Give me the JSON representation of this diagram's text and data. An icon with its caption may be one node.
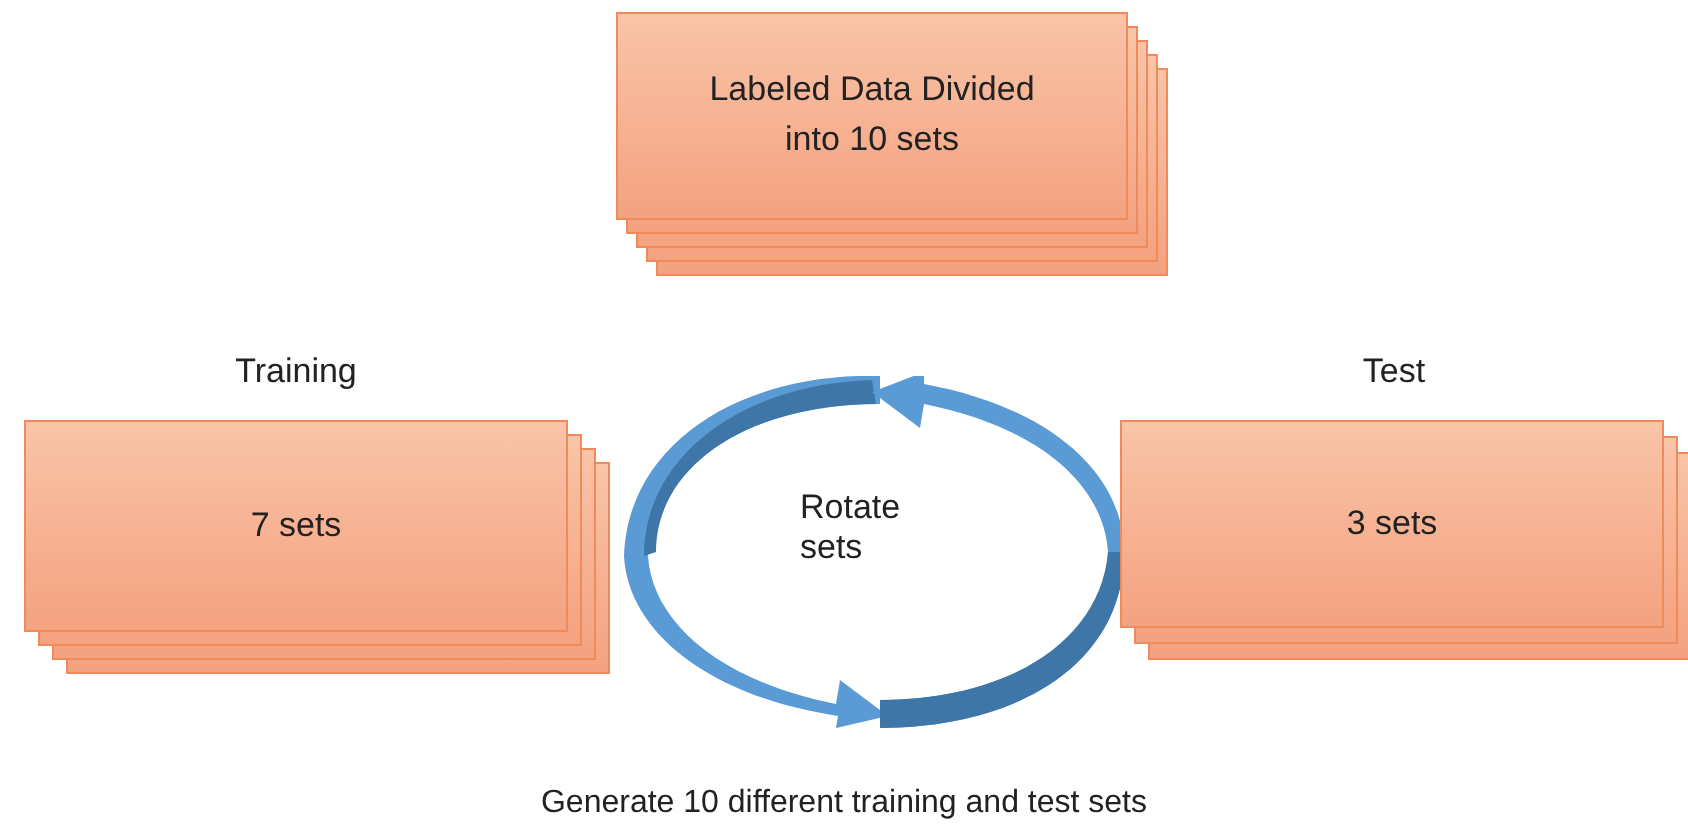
{
  "diagram": {
    "caption": "Generate 10 different training and test sets",
    "nodes": [
      {
        "text": [
          "Labeled Data Divided into 10 sets"
        ]
      },
      {
        "text": [
          "Training",
          "7 sets"
        ]
      },
      {
        "text": [
          "Test",
          "3 sets"
        ]
      }
    ],
    "labels": [
      "Rotate sets"
    ]
  }
}
